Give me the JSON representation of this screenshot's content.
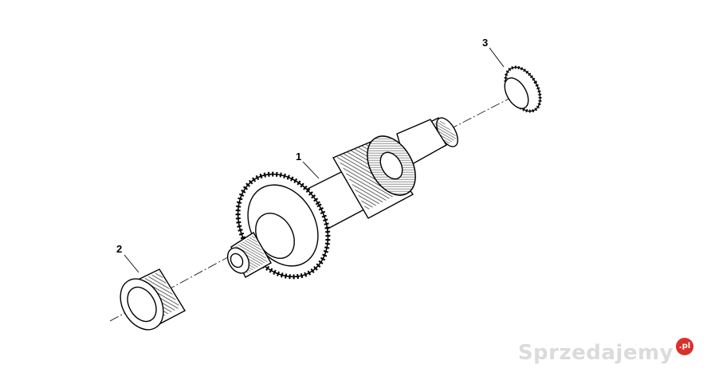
{
  "diagram": {
    "callouts": [
      {
        "id": "1",
        "label": "1"
      },
      {
        "id": "2",
        "label": "2"
      },
      {
        "id": "3",
        "label": "3"
      }
    ],
    "parts": {
      "shaft": "gear-shaft",
      "left_bearing": "tapered-roller-bearing",
      "right_bearing": "tapered-roller-bearing"
    }
  },
  "watermark": {
    "text": "Sprzedajemy",
    "badge": ".pl",
    "color": "#d9302a"
  }
}
